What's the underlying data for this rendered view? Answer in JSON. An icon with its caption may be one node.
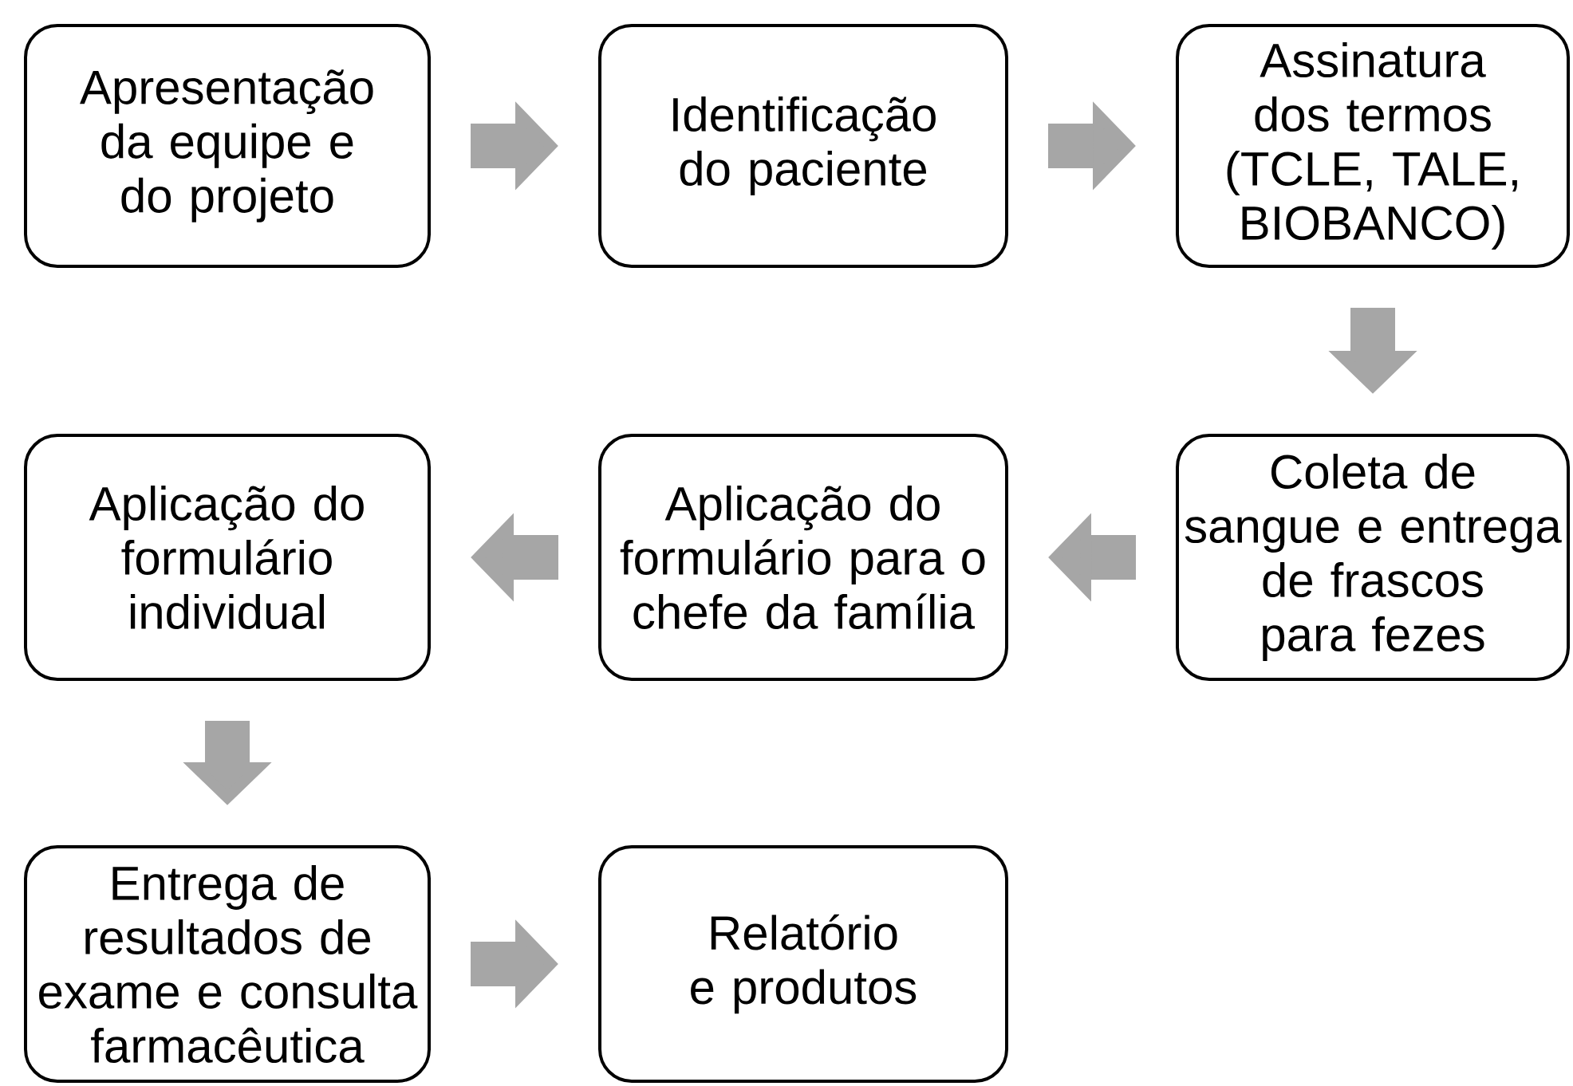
{
  "diagram": {
    "nodes": [
      {
        "text": [
          "Apresentação da equipe e do projeto"
        ]
      },
      {
        "text": [
          "Identificação do paciente"
        ]
      },
      {
        "text": [
          "Assinatura dos termos (TCLE, TALE, BIOBANCO)"
        ]
      },
      {
        "text": [
          "Aplicação do formulário individual"
        ]
      },
      {
        "text": [
          "Aplicação do formulário para o chefe da família"
        ]
      },
      {
        "text": [
          "Coleta de sangue e entrega de frascos para fezes"
        ]
      },
      {
        "text": [
          "Entrega de resultados de exame e consulta farmacêutica"
        ]
      },
      {
        "text": [
          "Relatório e produtos"
        ]
      }
    ],
    "edges": [
      {
        "from": 0,
        "to": 1,
        "arrow": "to"
      },
      {
        "from": 1,
        "to": 2,
        "arrow": "to"
      },
      {
        "from": 2,
        "to": 5,
        "arrow": "to"
      },
      {
        "from": 5,
        "to": 4,
        "arrow": "to"
      },
      {
        "from": 4,
        "to": 3,
        "arrow": "to"
      },
      {
        "from": 3,
        "to": 6,
        "arrow": "to"
      },
      {
        "from": 6,
        "to": 7,
        "arrow": "to"
      }
    ]
  }
}
